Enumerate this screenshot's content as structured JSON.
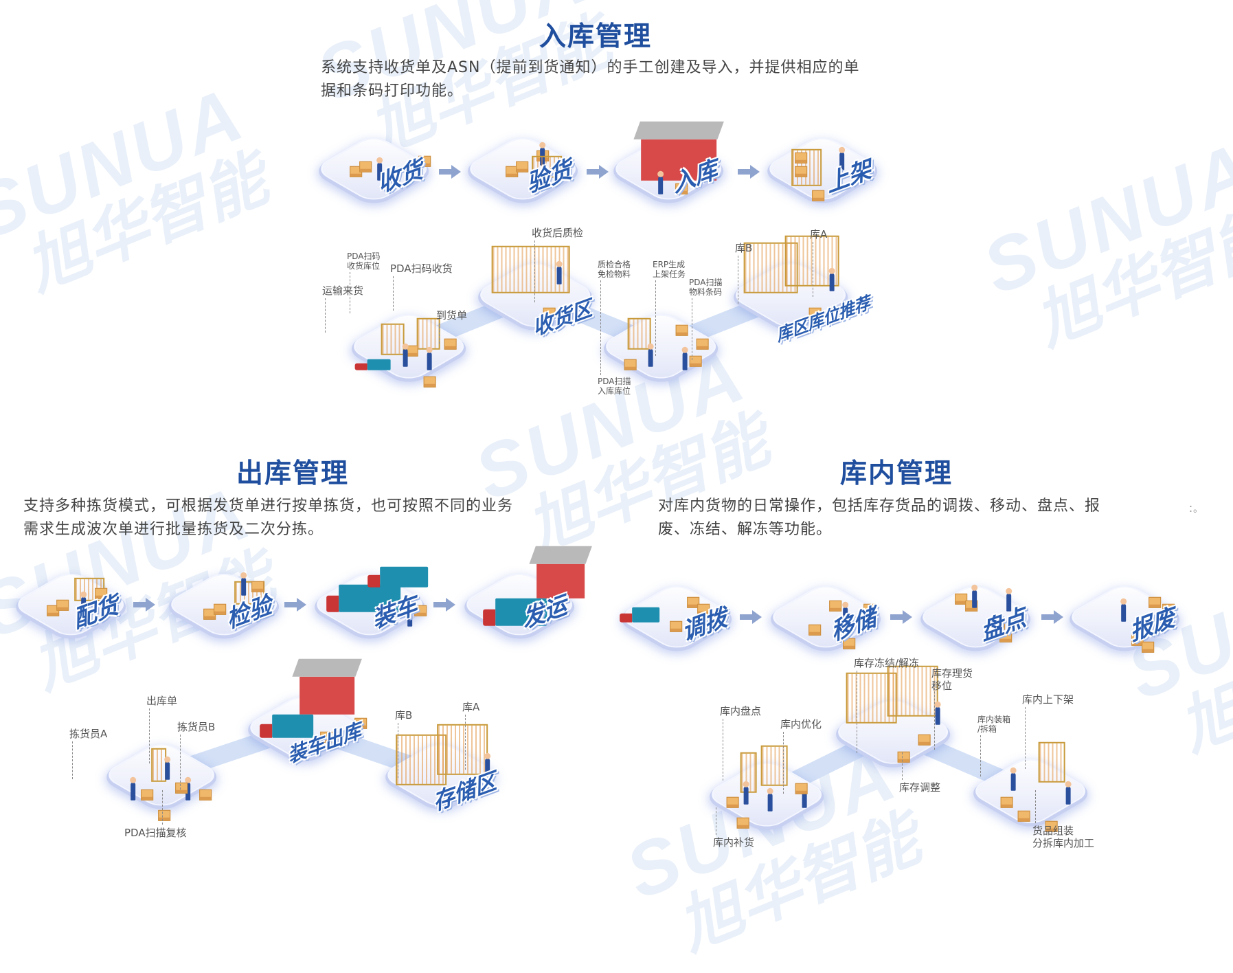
{
  "watermark": {
    "en": "SUNUA",
    "cn": "旭华智能"
  },
  "colors": {
    "title": "#1f4e9e",
    "step_label": "#2a5db0",
    "text": "#444444"
  },
  "inbound": {
    "title": "入库管理",
    "desc": [
      "系统支持收货单及ASN（提前到货通知）的手工创建及导入，并提供相应的单",
      "据和条码打印功能。"
    ],
    "steps": [
      "收货",
      "验货",
      "入库",
      "上架"
    ],
    "zones": [
      "收货区",
      "库区库位推荐"
    ],
    "labels": [
      "收货后质检",
      "PDA扫码\n收货库位",
      "PDA扫码收货",
      "运输来货",
      "到货单",
      "质检合格\n免检物料",
      "ERP生成\n上架任务",
      "PDA扫描\n物料条码",
      "PDA扫描\n入库库位",
      "库B",
      "库A"
    ]
  },
  "outbound": {
    "title": "出库管理",
    "desc": [
      "支持多种拣货模式，可根据发货单进行按单拣货，也可按照不同的业务",
      "需求生成波次单进行批量拣货及二次分拣。"
    ],
    "steps": [
      "配货",
      "检验",
      "装车",
      "发运"
    ],
    "zones": [
      "装车出库",
      "存储区"
    ],
    "labels": [
      "出库单",
      "拣货员A",
      "拣货员B",
      "PDA扫描复核",
      "库B",
      "库A"
    ]
  },
  "inventory": {
    "title": "库内管理",
    "desc": [
      "对库内货物的日常操作，包括库存货品的调拨、移动、盘点、报",
      "废、冻结、解冻等功能。"
    ],
    "artifact": "：。",
    "steps": [
      "调拨",
      "移储",
      "盘点",
      "报废"
    ],
    "labels": [
      "库存冻结/解冻",
      "库存理货\n移位",
      "库内盘点",
      "库内优化",
      "库内补货",
      "库存调整",
      "库内上下架",
      "库内装箱\n/拆箱",
      "货品组装\n分拆库内加工"
    ]
  }
}
